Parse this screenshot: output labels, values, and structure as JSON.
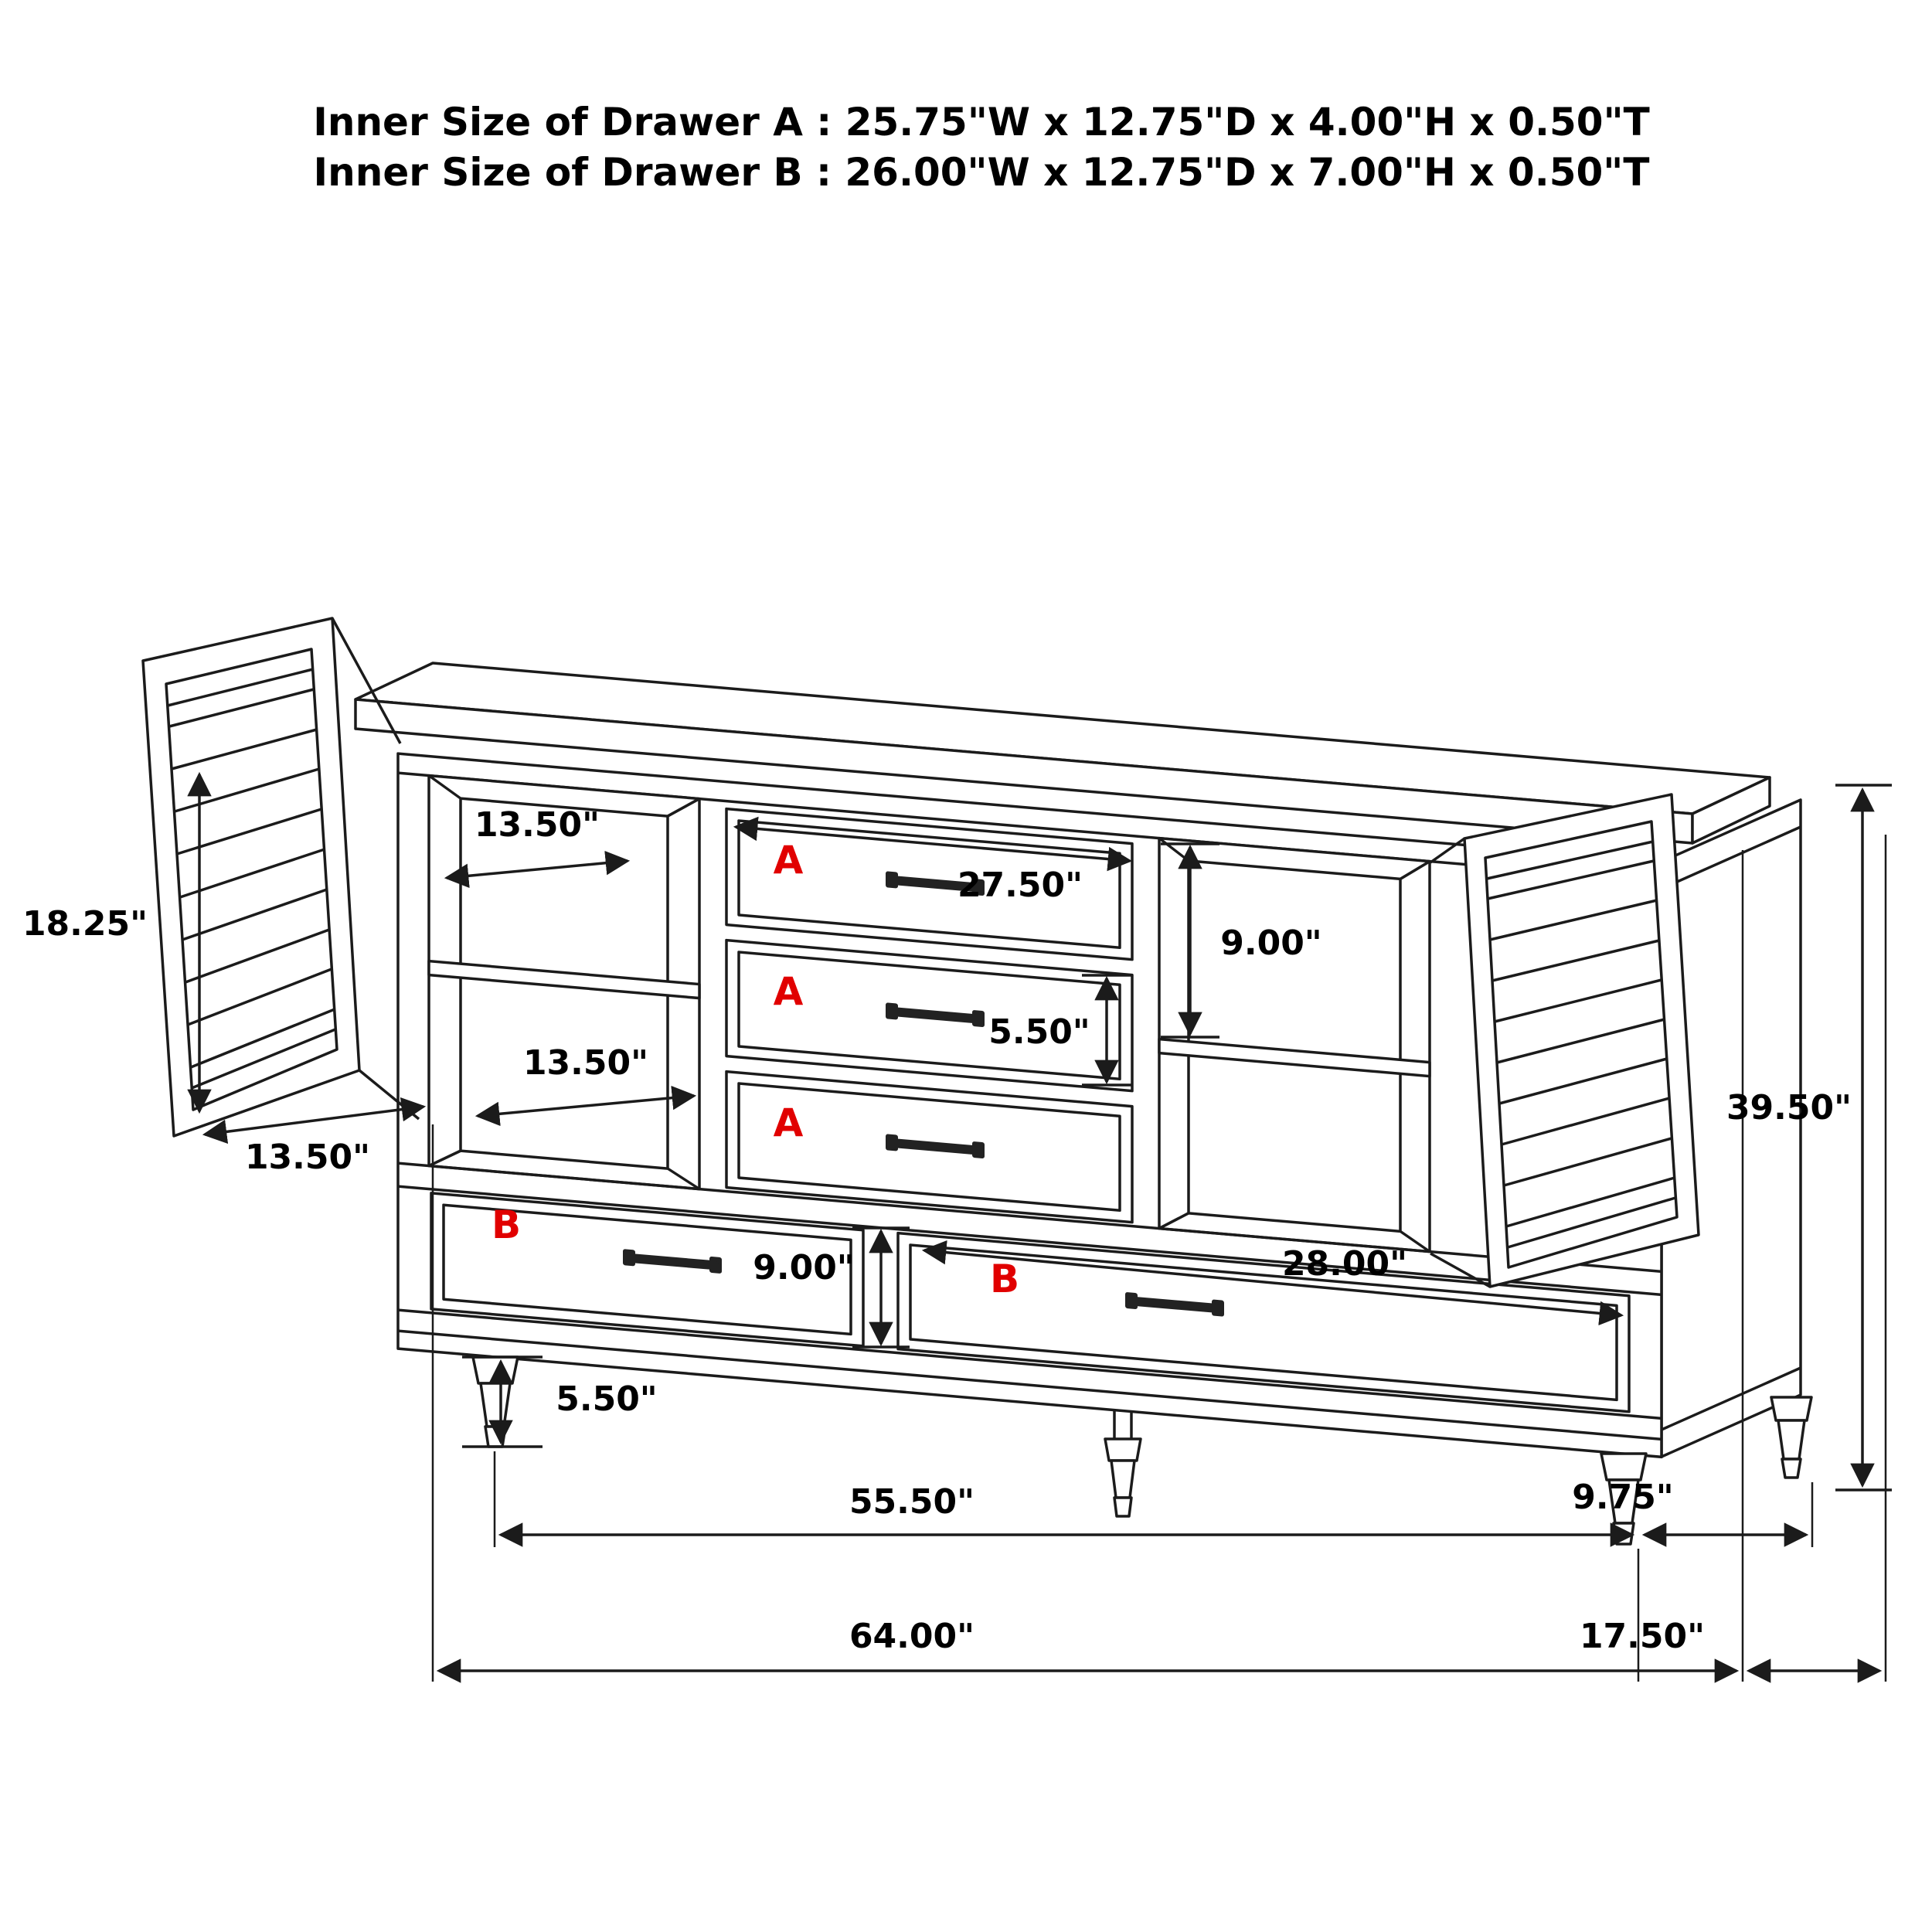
{
  "title": {
    "line1": "Inner Size of Drawer A : 25.75\"W x 12.75\"D x 4.00\"H x 0.50\"T",
    "line2": "Inner Size of Drawer B : 26.00\"W x 12.75\"D x 7.00\"H x 0.50\"T"
  },
  "drawer_labels": {
    "top_a": "A",
    "middle_a": "A",
    "bottom_a": "A",
    "left_b": "B",
    "right_b": "B"
  },
  "dimensions": {
    "upper_shelf_depth": "13.50\"",
    "door_height": "18.25\"",
    "cabinet_opening_width": "13.50\"",
    "door_width": "13.50\"",
    "drawer_a_front_width": "27.50\"",
    "side_opening_height": "9.00\"",
    "drawer_a_front_height": "5.50\"",
    "drawer_b_front_height": "9.00\"",
    "drawer_b_front_width": "28.00\"",
    "leg_height": "5.50\"",
    "overall_height": "39.50\"",
    "leg_span_front": "55.50\"",
    "leg_back_offset": "9.75\"",
    "overall_width": "64.00\"",
    "overall_depth": "17.50\""
  },
  "colors": {
    "line": "#1b1b1b",
    "text": "#000000",
    "drawer_letter": "#e10000",
    "background": "#ffffff"
  }
}
